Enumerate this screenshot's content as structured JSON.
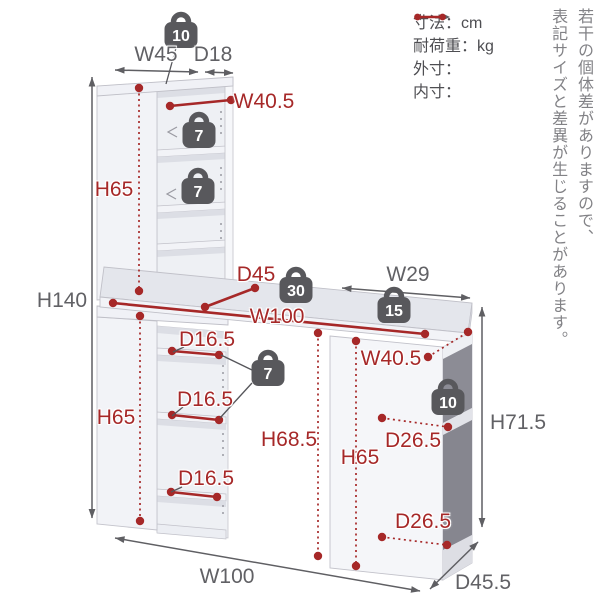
{
  "legend": {
    "dimension_unit": "寸法：cm",
    "load_unit": "耐荷重：kg",
    "outer_label": "外寸：",
    "inner_label": "内寸："
  },
  "note": {
    "col1": "若干の個体差がありますので、",
    "col2": "表記サイズと差異が生じることがあります。"
  },
  "outer_dims": {
    "w45": "W45",
    "d18": "D18",
    "h140": "H140",
    "w29": "W29",
    "h71_5": "H71.5",
    "w100_bottom": "W100",
    "d45_5": "D45.5"
  },
  "inner_dims": {
    "w40_5_top": "W40.5",
    "h65_top": "H65",
    "d45": "D45",
    "w100_desk": "W100",
    "d16_5_a": "D16.5",
    "d16_5_b": "D16.5",
    "d16_5_c": "D16.5",
    "h68_5": "H68.5",
    "h65_lower_left": "H65",
    "w40_5_right": "W40.5",
    "d26_5_a": "D26.5",
    "h65_right": "H65",
    "d26_5_b": "D26.5"
  },
  "load_badges": {
    "top_shelf": "10",
    "upper_shelf_1": "7",
    "upper_shelf_2": "7",
    "desk_top": "30",
    "right_top": "15",
    "lower_shelves": "7",
    "right_inner": "10"
  },
  "colors": {
    "inner_red": "#a62828",
    "outer_gray": "#616165",
    "badge_gray": "#58585c"
  }
}
